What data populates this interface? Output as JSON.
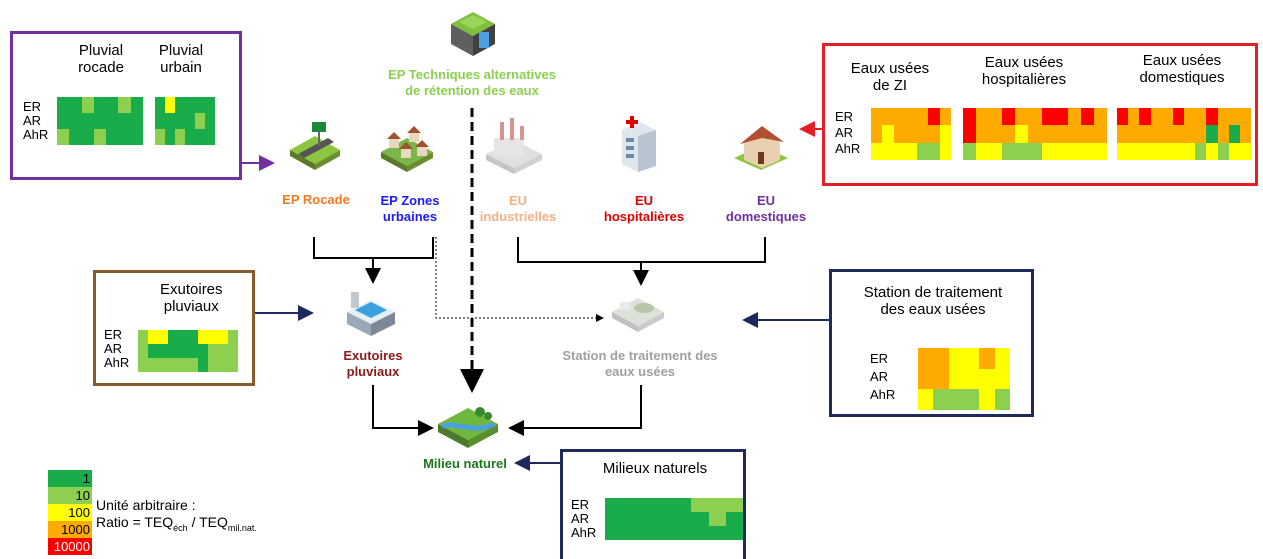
{
  "colors": {
    "g1": "#1aac4b",
    "g10": "#8dcf4f",
    "y100": "#ffff00",
    "o1000": "#ffaa00",
    "r10000": "#ff0000",
    "purple": "#7030a0",
    "red_box": "#e31e24",
    "brown": "#8b5a2b",
    "navy": "#1f2a5c",
    "ep_rocade": "#f47920",
    "ep_zones": "#1a1aff",
    "eu_ind": "#f4b183",
    "eu_hosp": "#e00000",
    "eu_dom": "#7030a0",
    "exutoires": "#8b1a1a",
    "station": "#a0a0a0",
    "milieu": "#1a7a1a",
    "tech": "#8dcf4f"
  },
  "nodes": {
    "ep_tech": "EP Techniques alternatives\nde rétention des eaux",
    "ep_rocade": "EP Rocade",
    "ep_zones": "EP Zones\nurbaines",
    "eu_ind": "EU\nindustrielles",
    "eu_hosp": "EU\nhospitalières",
    "eu_dom": "EU\ndomestiques",
    "exutoires": "Exutoires\npluviaux",
    "station": "Station de traitement des\neaux usées",
    "milieu": "Milieu naturel"
  },
  "rows": {
    "er": "ER",
    "ar": "AR",
    "ahr": "AhR"
  },
  "pluvial_box": {
    "col1": "Pluvial\nrocade",
    "col2": "Pluvial\nurbain",
    "heat1": [
      [
        "g1",
        "g1",
        "g10",
        "g1",
        "g1",
        "g10",
        "g1"
      ],
      [
        "g1",
        "g1",
        "g1",
        "g1",
        "g1",
        "g1",
        "g1"
      ],
      [
        "g10",
        "g1",
        "g1",
        "g10",
        "g1",
        "g1",
        "g1"
      ]
    ],
    "heat2": [
      [
        "g1",
        "y100",
        "g1",
        "g1",
        "g1",
        "g1"
      ],
      [
        "g1",
        "g1",
        "g1",
        "g1",
        "g10",
        "g1"
      ],
      [
        "g10",
        "g1",
        "g10",
        "g1",
        "g1",
        "g1"
      ]
    ]
  },
  "eu_box": {
    "col1": "Eaux usées\nde ZI",
    "col2": "Eaux usées\nhospitalières",
    "col3": "Eaux usées\ndomestiques",
    "heat1": [
      [
        "o1000",
        "o1000",
        "o1000",
        "o1000",
        "o1000",
        "r10000",
        "o1000"
      ],
      [
        "o1000",
        "y100",
        "o1000",
        "o1000",
        "o1000",
        "o1000",
        "y100"
      ],
      [
        "y100",
        "y100",
        "y100",
        "y100",
        "g10",
        "g10",
        "y100"
      ]
    ],
    "heat2": [
      [
        "r10000",
        "o1000",
        "o1000",
        "r10000",
        "o1000",
        "o1000",
        "r10000",
        "r10000",
        "o1000",
        "r10000",
        "o1000"
      ],
      [
        "r10000",
        "o1000",
        "o1000",
        "o1000",
        "y100",
        "o1000",
        "o1000",
        "o1000",
        "o1000",
        "o1000",
        "o1000"
      ],
      [
        "g10",
        "y100",
        "y100",
        "g10",
        "g10",
        "g10",
        "y100",
        "y100",
        "y100",
        "y100",
        "y100"
      ]
    ],
    "heat3": [
      [
        "r10000",
        "o1000",
        "r10000",
        "o1000",
        "o1000",
        "r10000",
        "o1000",
        "o1000",
        "r10000",
        "o1000",
        "o1000",
        "o1000"
      ],
      [
        "o1000",
        "o1000",
        "o1000",
        "o1000",
        "o1000",
        "o1000",
        "o1000",
        "o1000",
        "g1",
        "o1000",
        "g1",
        "o1000"
      ],
      [
        "y100",
        "y100",
        "y100",
        "y100",
        "y100",
        "y100",
        "y100",
        "g10",
        "y100",
        "g10",
        "y100",
        "y100"
      ]
    ]
  },
  "exut_box": {
    "title": "Exutoires\npluviaux",
    "heat": [
      [
        "g10",
        "y100",
        "y100",
        "g1",
        "g1",
        "g1",
        "y100",
        "y100",
        "y100",
        "g10"
      ],
      [
        "g10",
        "g1",
        "g1",
        "g1",
        "g1",
        "g1",
        "g1",
        "g10",
        "g10",
        "g10"
      ],
      [
        "g10",
        "g10",
        "g10",
        "g10",
        "g10",
        "g10",
        "g1",
        "g10",
        "g10",
        "g10"
      ]
    ]
  },
  "station_box": {
    "title": "Station de traitement\ndes eaux usées",
    "heat": [
      [
        "o1000",
        "o1000",
        "y100",
        "y100",
        "o1000",
        "y100"
      ],
      [
        "o1000",
        "o1000",
        "y100",
        "y100",
        "y100",
        "y100"
      ],
      [
        "y100",
        "g10",
        "g10",
        "g10",
        "y100",
        "g10"
      ]
    ]
  },
  "milieux_box": {
    "title": "Milieux naturels",
    "heat": [
      [
        "g1",
        "g1",
        "g1",
        "g1",
        "g1",
        "g10",
        "g10",
        "g10"
      ],
      [
        "g1",
        "g1",
        "g1",
        "g1",
        "g1",
        "g1",
        "g10",
        "g1"
      ],
      [
        "g1",
        "g1",
        "g1",
        "g1",
        "g1",
        "g1",
        "g1",
        "g1"
      ]
    ]
  },
  "legend": {
    "levels": [
      {
        "value": "1",
        "color": "g1"
      },
      {
        "value": "10",
        "color": "g10"
      },
      {
        "value": "100",
        "color": "y100"
      },
      {
        "value": "1000",
        "color": "o1000"
      },
      {
        "value": "10000",
        "color": "r10000"
      }
    ],
    "unit": "Unité arbitraire :",
    "ratio_prefix": "Ratio = TEQ",
    "ratio_sub1": "éch",
    "ratio_mid": " / TEQ",
    "ratio_sub2": "mil.nat."
  }
}
